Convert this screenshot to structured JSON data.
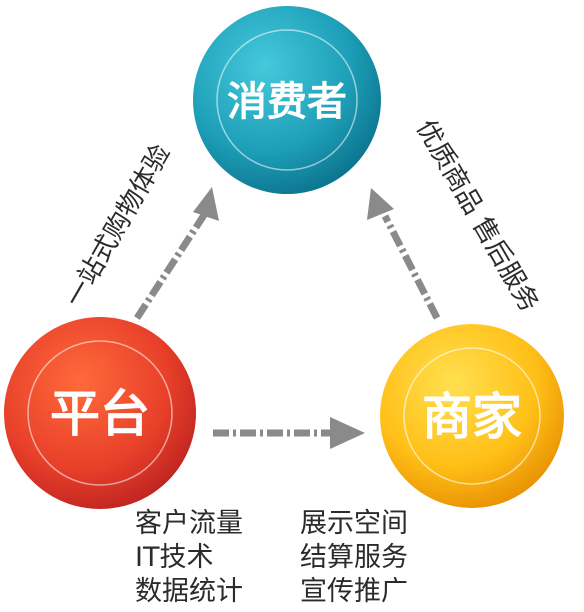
{
  "nodes": {
    "consumer": {
      "label": "消费者",
      "color_dark": "#0a6f8a",
      "color_light": "#20b1c7"
    },
    "platform": {
      "label": "平台",
      "color_dark": "#b61e1e",
      "color_light": "#ef4a2b"
    },
    "merchant": {
      "label": "商家",
      "color_dark": "#e58a00",
      "color_light": "#ffcf19"
    }
  },
  "edges": {
    "platform_to_consumer": {
      "label": "一站式购物体验"
    },
    "merchant_to_consumer": {
      "label": "优质商品 售后服务"
    },
    "platform_to_merchant": {
      "label": ""
    }
  },
  "platform_offers": [
    "客户流量",
    "IT技术",
    "数据统计"
  ],
  "merchant_offers": [
    "展示空间",
    "结算服务",
    "宣传推广"
  ],
  "colors": {
    "arrow": "#8a8a8a",
    "text": "#2b2b2b"
  }
}
